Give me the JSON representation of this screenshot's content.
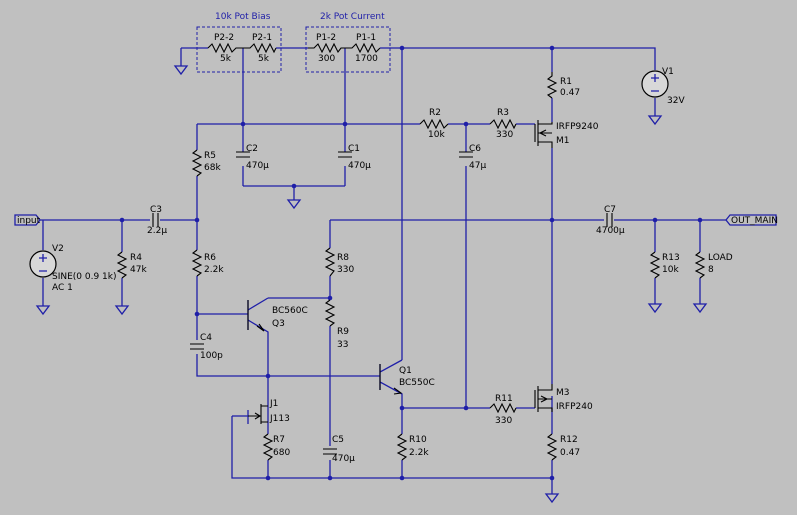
{
  "labels": {
    "pot_bias": "10k Pot Bias",
    "pot_current": "2k Pot Current",
    "input": "input",
    "out": "OUT_MAIN"
  },
  "components": {
    "p2_2": {
      "name": "P2-2",
      "value": "5k"
    },
    "p2_1": {
      "name": "P2-1",
      "value": "5k"
    },
    "p1_2": {
      "name": "P1-2",
      "value": "300"
    },
    "p1_1": {
      "name": "P1-1",
      "value": "1700"
    },
    "r1": {
      "name": "R1",
      "value": "0.47"
    },
    "v1": {
      "name": "V1",
      "value": "32V"
    },
    "r2": {
      "name": "R2",
      "value": "10k"
    },
    "r3": {
      "name": "R3",
      "value": "330"
    },
    "m1": {
      "name": "M1",
      "value": "IRFP9240"
    },
    "r5": {
      "name": "R5",
      "value": "68k"
    },
    "c2": {
      "name": "C2",
      "value": "470µ"
    },
    "c1": {
      "name": "C1",
      "value": "470µ"
    },
    "c6": {
      "name": "C6",
      "value": "47µ"
    },
    "c3": {
      "name": "C3",
      "value": "2.2µ"
    },
    "c7": {
      "name": "C7",
      "value": "4700µ"
    },
    "v2": {
      "name": "V2",
      "value": "SINE(0 0.9 1k)",
      "value2": "AC 1"
    },
    "r4": {
      "name": "R4",
      "value": "47k"
    },
    "r6": {
      "name": "R6",
      "value": "2.2k"
    },
    "r8": {
      "name": "R8",
      "value": "330"
    },
    "r13": {
      "name": "R13",
      "value": "10k"
    },
    "load": {
      "name": "LOAD",
      "value": "8"
    },
    "q3": {
      "name": "Q3",
      "value": "BC560C"
    },
    "r9": {
      "name": "R9",
      "value": "33"
    },
    "c4": {
      "name": "C4",
      "value": "100p"
    },
    "q1": {
      "name": "Q1",
      "value": "BC550C"
    },
    "j1": {
      "name": "J1",
      "value": "J113"
    },
    "m3": {
      "name": "M3",
      "value": "IRFP240"
    },
    "r11": {
      "name": "R11",
      "value": "330"
    },
    "r7": {
      "name": "R7",
      "value": "680"
    },
    "c5": {
      "name": "C5",
      "value": "470µ"
    },
    "r10": {
      "name": "R10",
      "value": "2.2k"
    },
    "r12": {
      "name": "R12",
      "value": "0.47"
    }
  }
}
